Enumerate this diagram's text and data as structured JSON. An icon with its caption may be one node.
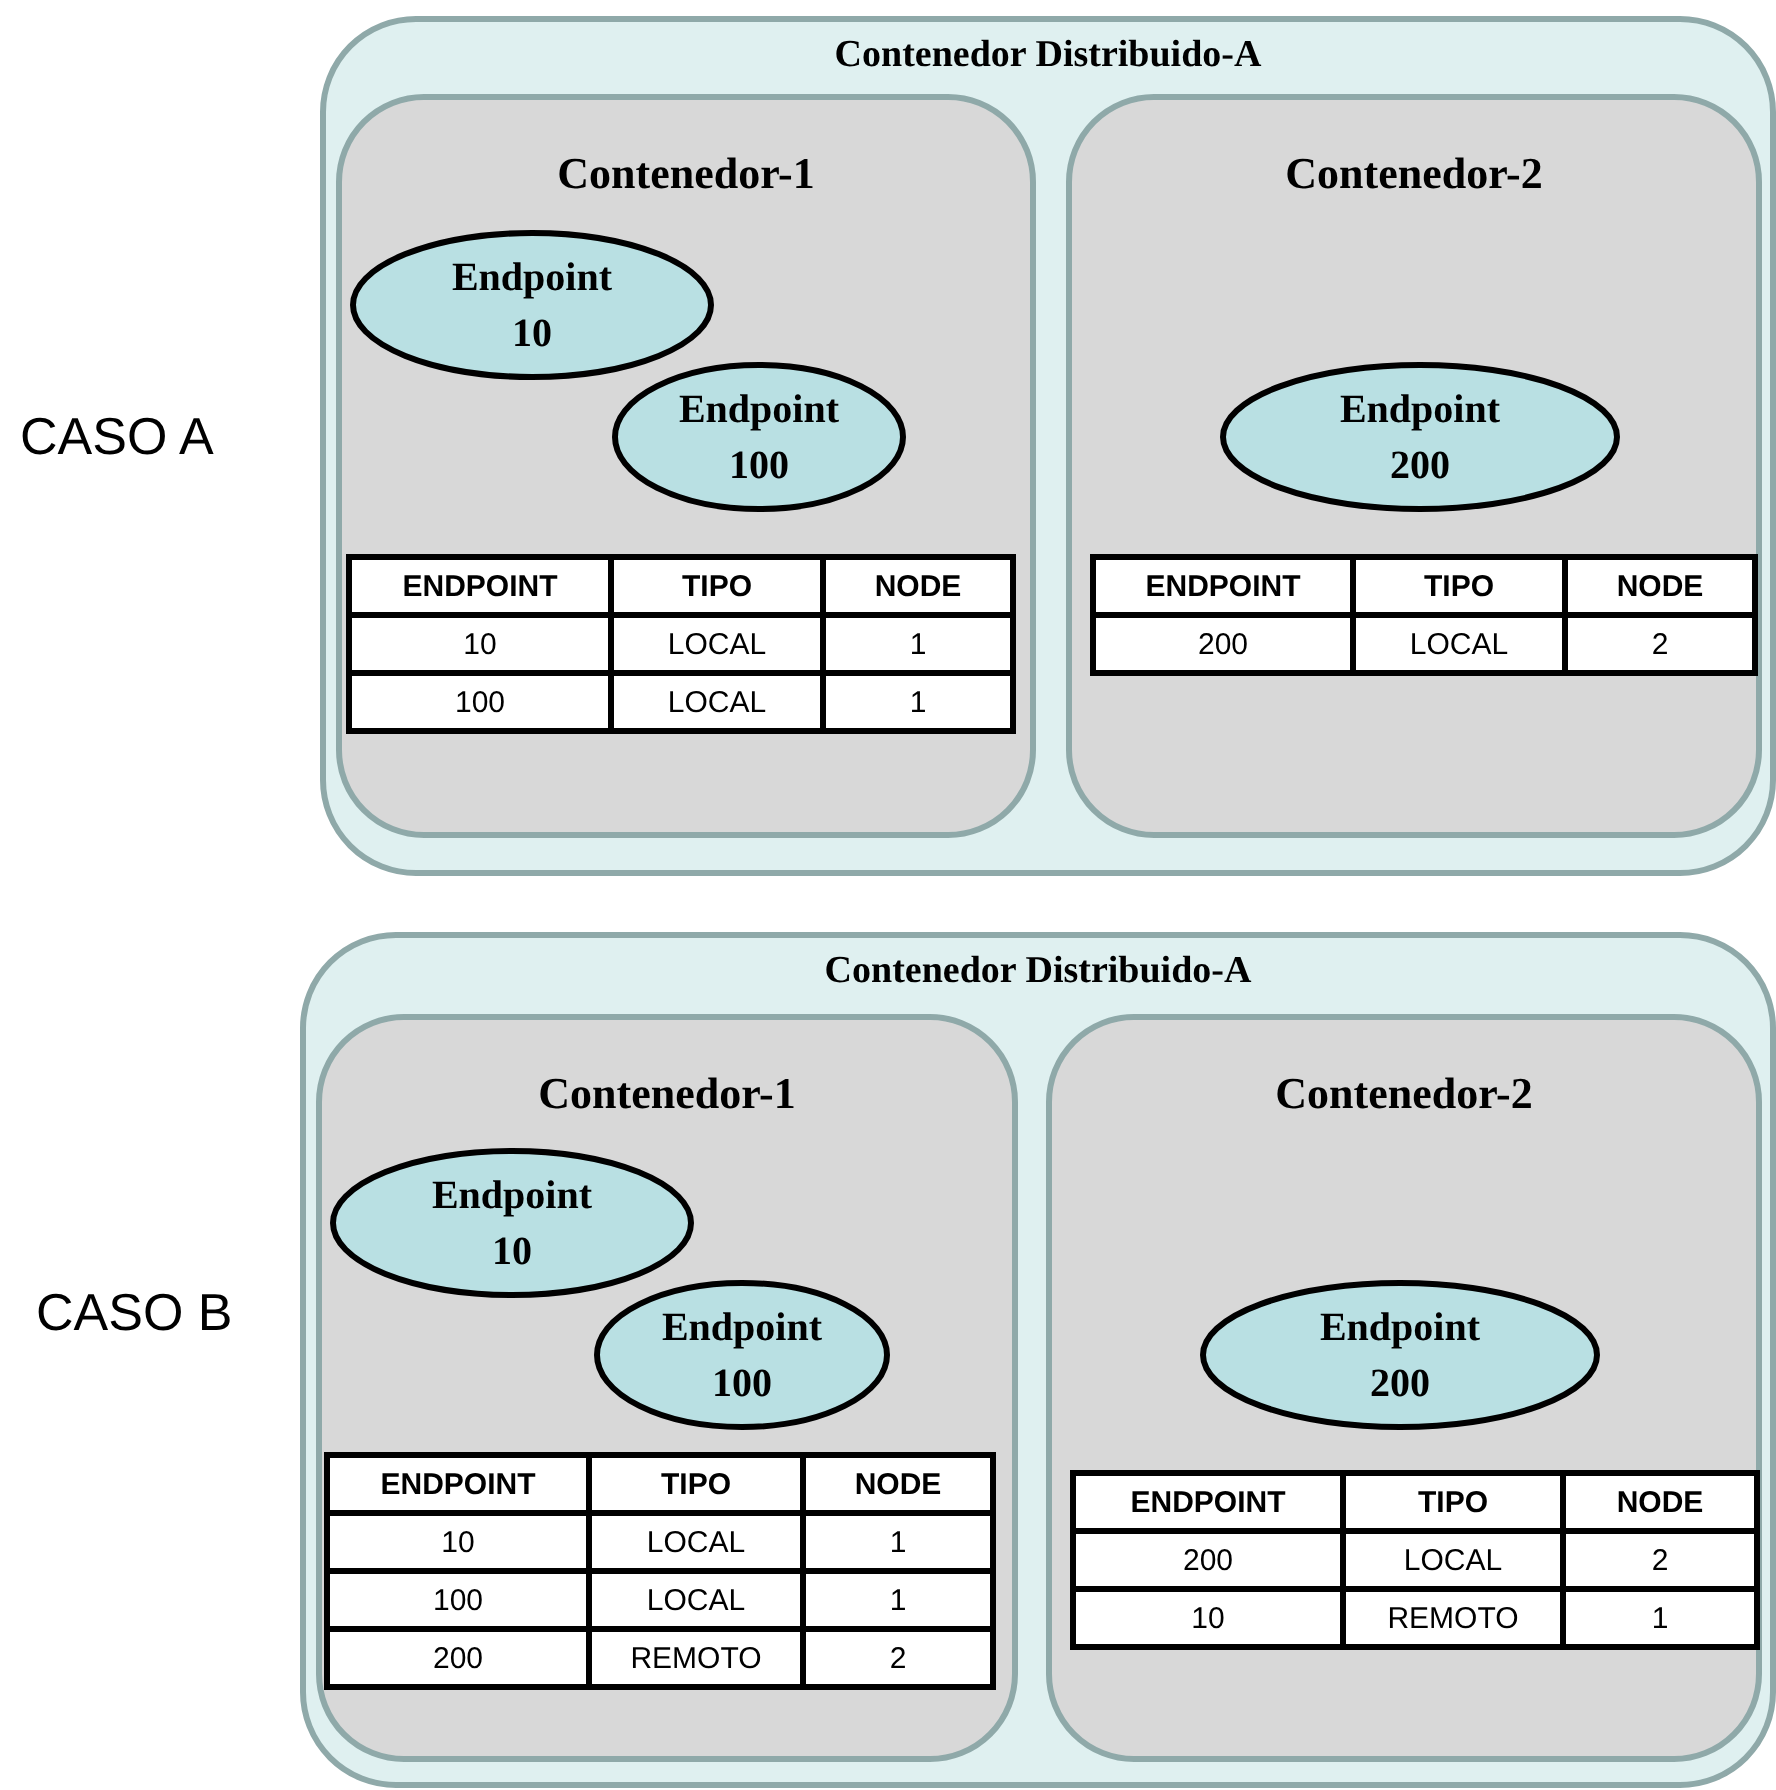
{
  "diagram": {
    "nodes": [
      {
        "text": [
          "Contenedor Distribuido-A"
        ]
      },
      {
        "text": [
          "Contenedor-1"
        ],
        "in": 0
      },
      {
        "text": [
          "Endpoint 10"
        ],
        "in": 1
      },
      {
        "text": [
          "Endpoint 100"
        ],
        "in": 1
      },
      {
        "text": [
          "Contenedor-2"
        ],
        "in": 0
      },
      {
        "text": [
          "Endpoint 200"
        ],
        "in": 4
      },
      {
        "text": [
          "Contenedor Distribuido-A"
        ]
      },
      {
        "text": [
          "Contenedor-1"
        ],
        "in": 6
      },
      {
        "text": [
          "Endpoint 10"
        ],
        "in": 7
      },
      {
        "text": [
          "Endpoint 100"
        ],
        "in": 7
      },
      {
        "text": [
          "Contenedor-2"
        ],
        "in": 6
      },
      {
        "text": [
          "Endpoint 200"
        ],
        "in": 10
      }
    ],
    "labels": [
      "CASO A",
      "ENDPOINT",
      "TIPO",
      "NODE",
      "10",
      "LOCAL",
      "1",
      "100",
      "LOCAL",
      "1",
      "ENDPOINT",
      "TIPO",
      "NODE",
      "200",
      "LOCAL",
      "2",
      "CASO B",
      "ENDPOINT",
      "TIPO",
      "NODE",
      "10",
      "LOCAL",
      "1",
      "100",
      "LOCAL",
      "1",
      "200",
      "REMOTO",
      "2",
      "ENDPOINT",
      "TIPO",
      "NODE",
      "200",
      "LOCAL",
      "2",
      "10",
      "REMOTO",
      "1"
    ]
  }
}
